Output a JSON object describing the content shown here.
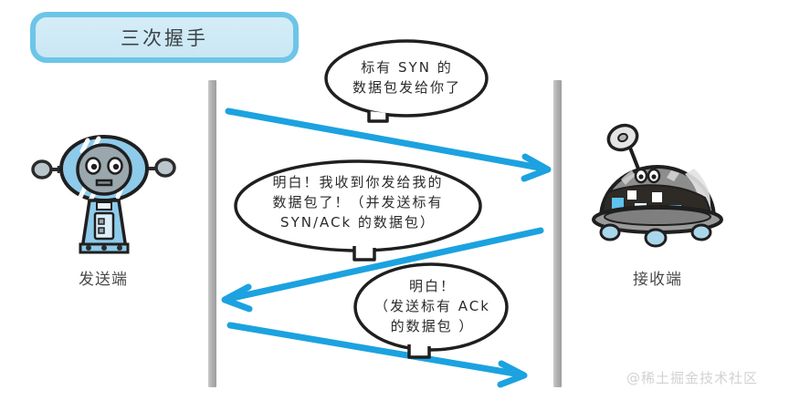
{
  "title": {
    "label": "三次握手"
  },
  "lifelines": {
    "sender_name": "sender-lifeline",
    "receiver_name": "receiver-lifeline"
  },
  "endpoints": {
    "sender": {
      "label": "发送端",
      "icon": "blue-robot-icon"
    },
    "receiver": {
      "label": "接收端",
      "icon": "gray-dome-robot-icon"
    }
  },
  "messages": [
    {
      "id": "syn",
      "direction": "sender-to-receiver",
      "bubble_lines": "标有 SYN 的\n数据包发给你了",
      "arrow_color": "#1ca2e0"
    },
    {
      "id": "syn-ack",
      "direction": "receiver-to-sender",
      "bubble_lines": "明白！我收到你发给我的\n数据包了！（并发送标有\nSYN/ACk 的数据包）",
      "arrow_color": "#1ca2e0"
    },
    {
      "id": "ack",
      "direction": "sender-to-receiver",
      "bubble_lines": "明白！\n（发送标有 ACk\n的数据包 ）",
      "arrow_color": "#1ca2e0"
    }
  ],
  "watermark": {
    "text": "@稀土掘金技术社区"
  },
  "colors": {
    "banner_border": "#6cc5e8",
    "banner_fill": "#cfeaf6",
    "arrow": "#1ca2e0",
    "lifeline": "#b0b0b0",
    "bubble_stroke": "#1f1f1f",
    "robot_blue": "#8ecaea",
    "robot_gray": "#8a8a8a",
    "robot_dark": "#3a3a3a",
    "watermark": "#d2d2d2"
  }
}
